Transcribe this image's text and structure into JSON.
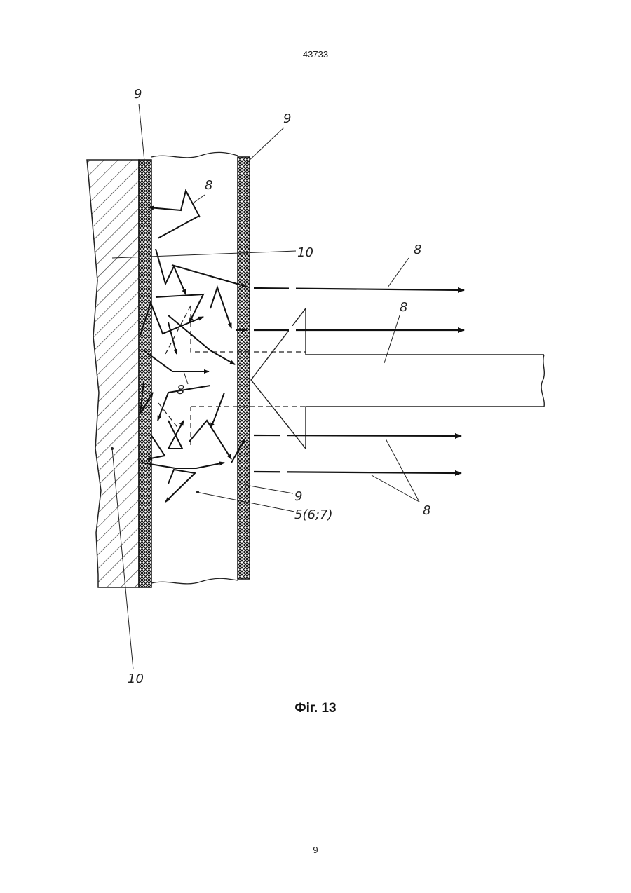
{
  "header": {
    "document_number": "43733"
  },
  "figure": {
    "caption": "Фіг. 13",
    "labels": {
      "layer_9": "9",
      "wall_10": "10",
      "radiation_8": "8",
      "medium": "5(6;7)"
    }
  },
  "footer": {
    "page_number": "9"
  }
}
